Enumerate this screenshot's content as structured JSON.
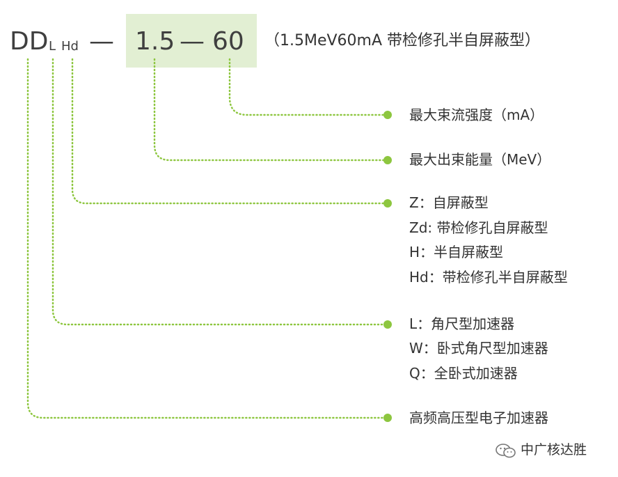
{
  "model": {
    "prefix": "DD",
    "sub_l": "L",
    "sub_hd": "Hd",
    "dash1": "—",
    "energy": "1.5",
    "dash2": "—",
    "current": "60",
    "description": "（1.5MeV60mA 带检修孔半自屏蔽型）"
  },
  "labels": {
    "current": "最大束流强度（mA）",
    "energy": "最大出束能量（MeV）",
    "shield": [
      "Z：自屏蔽型",
      "Zd: 带检修孔自屏蔽型",
      "H：半自屏蔽型",
      "Hd：带检修孔半自屏蔽型"
    ],
    "structure": [
      "L：角尺型加速器",
      "W：卧式角尺型加速器",
      "Q：全卧式加速器"
    ],
    "type": "高频高压型电子加速器"
  },
  "watermark": "中广核达胜",
  "colors": {
    "accent": "#8dc63f",
    "highlight": "#e2efd3",
    "text": "#333333"
  },
  "icons": {
    "watermark": "wechat-icon"
  }
}
